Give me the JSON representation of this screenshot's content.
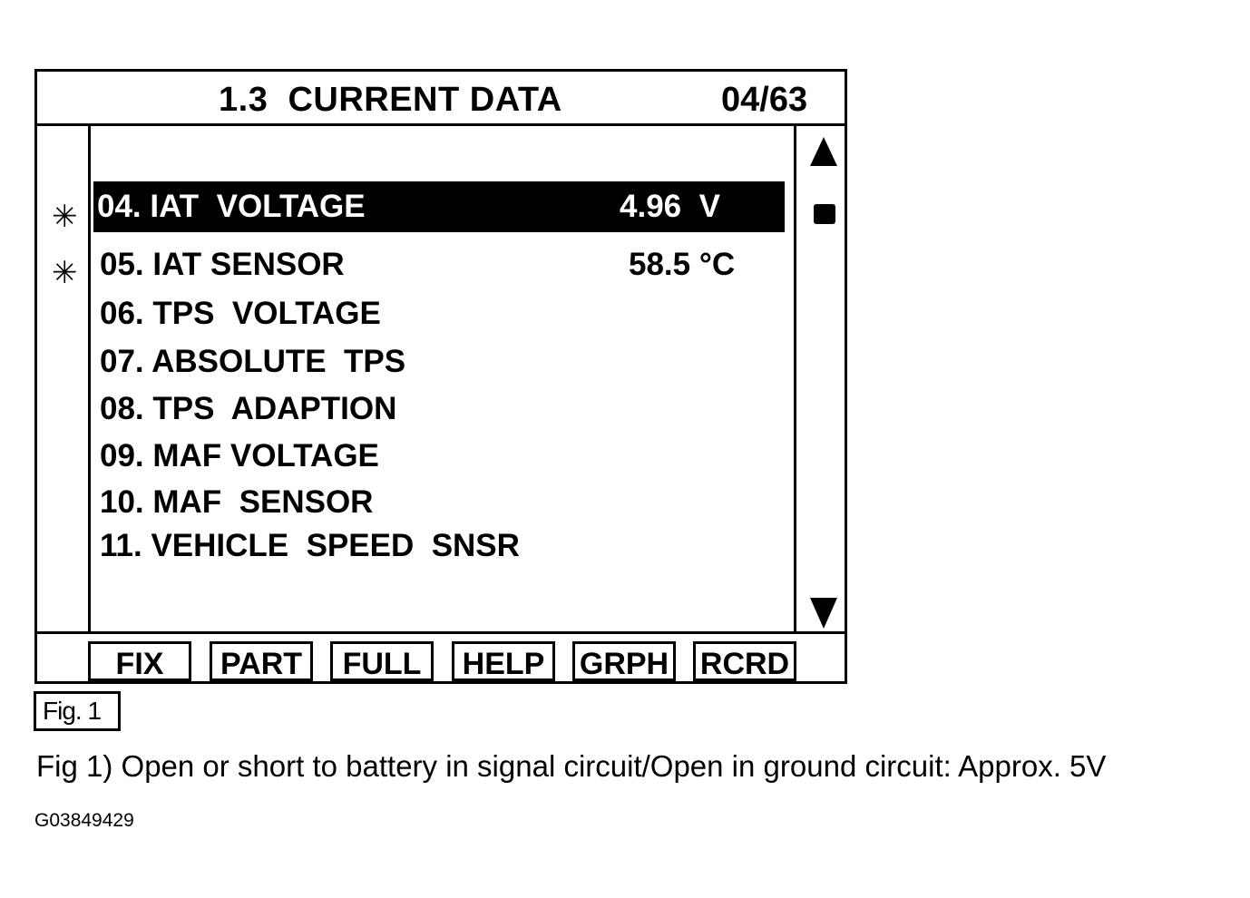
{
  "screen": {
    "title": "1.3  CURRENT DATA",
    "page_indicator": "04/63",
    "rows": [
      {
        "label": "04. IAT  VOLTAGE",
        "value": "4.96  V",
        "marker": "✳",
        "selected": true
      },
      {
        "label": "05. IAT SENSOR",
        "value": "58.5 °C",
        "marker": "✳",
        "selected": false
      },
      {
        "label": "06. TPS  VOLTAGE",
        "value": "",
        "marker": "",
        "selected": false
      },
      {
        "label": "07. ABSOLUTE  TPS",
        "value": "",
        "marker": "",
        "selected": false
      },
      {
        "label": "08. TPS  ADAPTION",
        "value": "",
        "marker": "",
        "selected": false
      },
      {
        "label": "09. MAF VOLTAGE",
        "value": "",
        "marker": "",
        "selected": false
      },
      {
        "label": "10. MAF  SENSOR",
        "value": "",
        "marker": "",
        "selected": false
      },
      {
        "label": "11. VEHICLE  SPEED  SNSR",
        "value": "",
        "marker": "",
        "selected": false
      }
    ],
    "function_keys": [
      "FIX",
      "PART",
      "FULL",
      "HELP",
      "GRPH",
      "RCRD"
    ],
    "icons": {
      "scroll_up": "triangle-up-icon",
      "scroll_thumb": "scroll-thumb",
      "scroll_down": "triangle-down-icon",
      "marker": "asterisk-icon"
    }
  },
  "figure": {
    "label": "Fig. 1",
    "caption": "Fig 1) Open or short to battery in signal circuit/Open in ground circuit: Approx. 5V",
    "image_id": "G03849429"
  }
}
